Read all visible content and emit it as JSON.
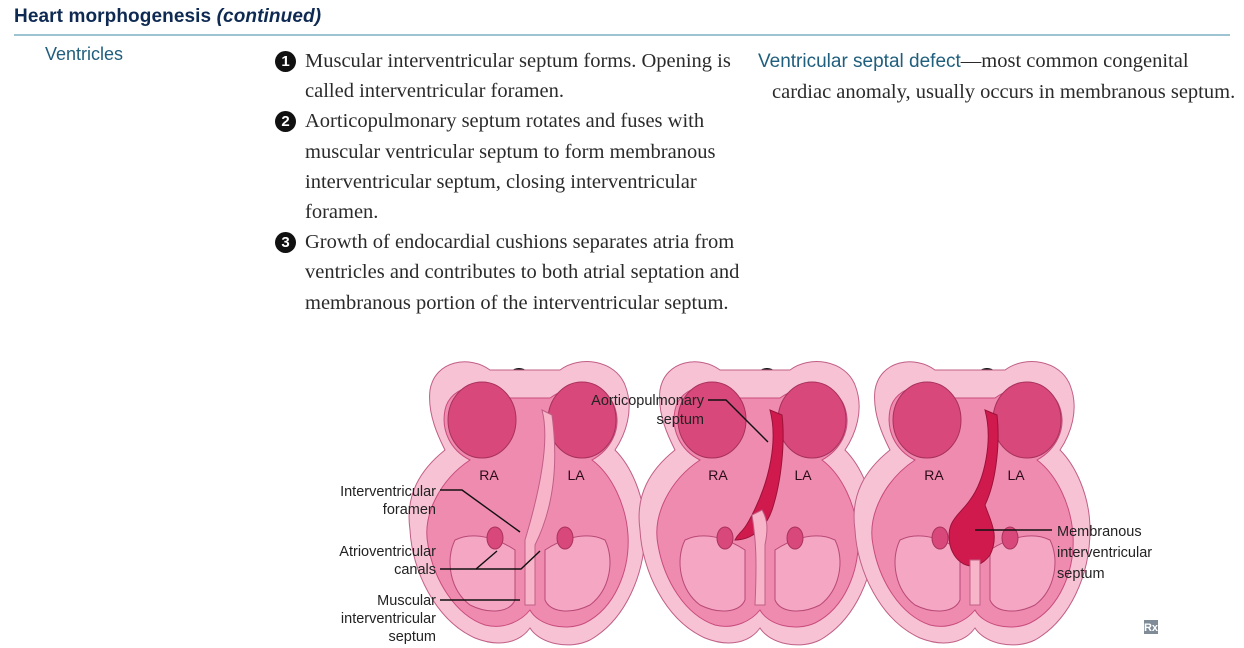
{
  "header": {
    "title": "Heart morphogenesis",
    "title_suffix": "(continued)"
  },
  "section": {
    "label": "Ventricles"
  },
  "steps": [
    {
      "number": "1",
      "text": "Muscular interventricular septum forms. Opening is called interventricular foramen."
    },
    {
      "number": "2",
      "text": "Aorticopulmonary septum rotates and fuses with muscular ventricular septum to form membranous interventricular septum, closing interventricular foramen."
    },
    {
      "number": "3",
      "text": "Growth of endocardial cushions separates atria from ventricles and contributes to both atrial septation and membranous portion of the interventricular septum."
    }
  ],
  "clinical_note": {
    "term": "Ventricular septal defect",
    "text": "—most common congenital cardiac anomaly, usually occurs in membranous septum."
  },
  "figure": {
    "panel_numbers": [
      "1",
      "2",
      "3"
    ],
    "chamber_labels": {
      "right_atrium": "RA",
      "left_atrium": "LA"
    },
    "labels": {
      "interventricular_foramen": [
        "Interventricular",
        "foramen"
      ],
      "atrioventricular_canals": [
        "Atrioventricular",
        "canals"
      ],
      "muscular_septum": [
        "Muscular",
        "interventricular",
        "septum"
      ],
      "aorticopulmonary_septum": [
        "Aorticopulmonary",
        "septum"
      ],
      "membranous_septum": [
        "Membranous",
        "interventricular",
        "septum"
      ]
    },
    "logo": "Rx"
  },
  "colors": {
    "heart_outer": "#f7c3d4",
    "heart_body": "#f08bb0",
    "atria": "#d8487a",
    "septum_dark": "#d01a4e",
    "accent_text": "#1f5e7c",
    "title": "#0f2a52"
  }
}
